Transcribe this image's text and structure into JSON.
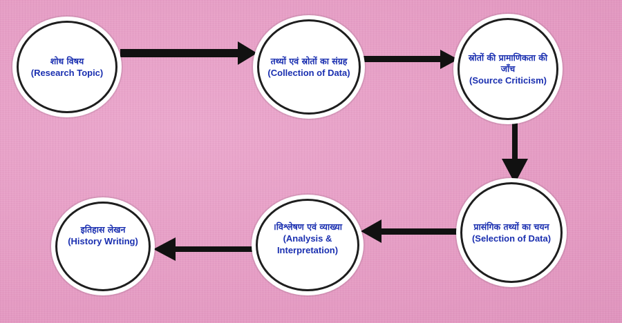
{
  "nodes": [
    {
      "hi": "शोध विषय",
      "en": "(Research Topic)"
    },
    {
      "hi": "तथ्यों एवं स्रोतों का संग्रह",
      "en": "(Collection of Data)"
    },
    {
      "hi": "स्रोतों की प्रामाणिकता की जाँच",
      "en": "(Source Criticism)"
    },
    {
      "hi": "प्रासंगिक तथ्यों का चयन",
      "en": "(Selection of Data)"
    },
    {
      "hi": "।विश्लेषण एवं व्याख्या",
      "en": "(Analysis & Interpretation)"
    },
    {
      "hi": "इतिहास लेखन",
      "en": "(History Writing)"
    }
  ],
  "colors": {
    "background": "#e7a0c6",
    "text": "#1a2fb0",
    "arrow": "#111111",
    "circle_fill": "#ffffff"
  }
}
